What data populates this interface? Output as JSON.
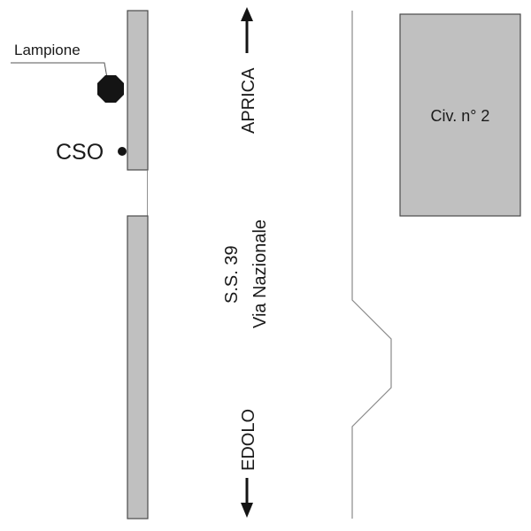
{
  "diagram": {
    "labels": {
      "lamp": "Lampione",
      "cso": "CSO",
      "building": "Civ. n° 2",
      "road_code": "S.S. 39",
      "road_name": "Via Nazionale",
      "direction_north": "APRICA",
      "direction_south": "EDOLO"
    },
    "icons": {
      "lamp": "octagon-lamp-icon",
      "cso": "dot-icon",
      "arrow_up": "arrow-up-icon",
      "arrow_down": "arrow-down-icon"
    },
    "colors": {
      "sidewalk_fill": "#c0c0c0",
      "building_fill": "#c0c0c0",
      "outline": "#4a4a4a",
      "road_edge": "#8a8a8a",
      "ink": "#1a1a1a"
    }
  }
}
